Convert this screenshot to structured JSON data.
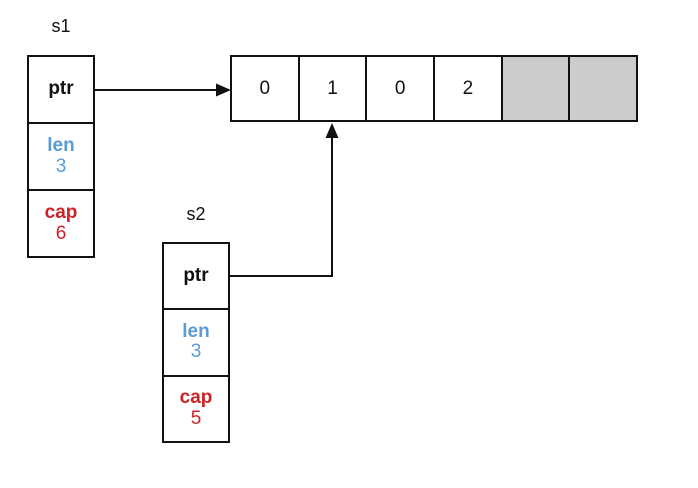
{
  "s1": {
    "label": "s1",
    "ptr_label": "ptr",
    "len_label": "len",
    "len_value": "3",
    "cap_label": "cap",
    "cap_value": "6"
  },
  "s2": {
    "label": "s2",
    "ptr_label": "ptr",
    "len_label": "len",
    "len_value": "3",
    "cap_label": "cap",
    "cap_value": "5"
  },
  "array": {
    "cells": [
      {
        "value": "0",
        "state": "used"
      },
      {
        "value": "1",
        "state": "used"
      },
      {
        "value": "0",
        "state": "used"
      },
      {
        "value": "2",
        "state": "used"
      },
      {
        "value": "",
        "state": "unused"
      },
      {
        "value": "",
        "state": "unused"
      }
    ]
  },
  "colors": {
    "len": "#5B9BD5",
    "cap": "#CE2127",
    "unused": "#CCCCCC",
    "line": "#111111"
  }
}
